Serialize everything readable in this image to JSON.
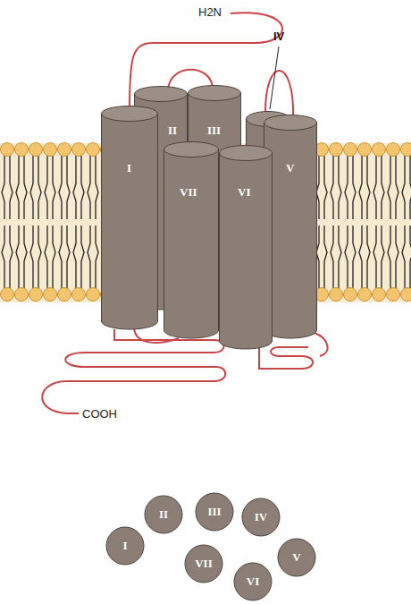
{
  "diagram": {
    "nodes": [
      {
        "text": [
          "I"
        ]
      },
      {
        "text": [
          "II"
        ]
      },
      {
        "text": [
          "III"
        ]
      },
      {
        "text": [
          "IV"
        ]
      },
      {
        "text": [
          "V"
        ]
      },
      {
        "text": [
          "VI"
        ]
      },
      {
        "text": [
          "VII"
        ]
      },
      {
        "text": [
          "I"
        ]
      },
      {
        "text": [
          "II"
        ]
      },
      {
        "text": [
          "III"
        ]
      },
      {
        "text": [
          "IV"
        ]
      },
      {
        "text": [
          "V"
        ]
      },
      {
        "text": [
          "VI"
        ]
      },
      {
        "text": [
          "VII"
        ]
      }
    ],
    "labels": [
      "H2N",
      "COOH"
    ]
  }
}
